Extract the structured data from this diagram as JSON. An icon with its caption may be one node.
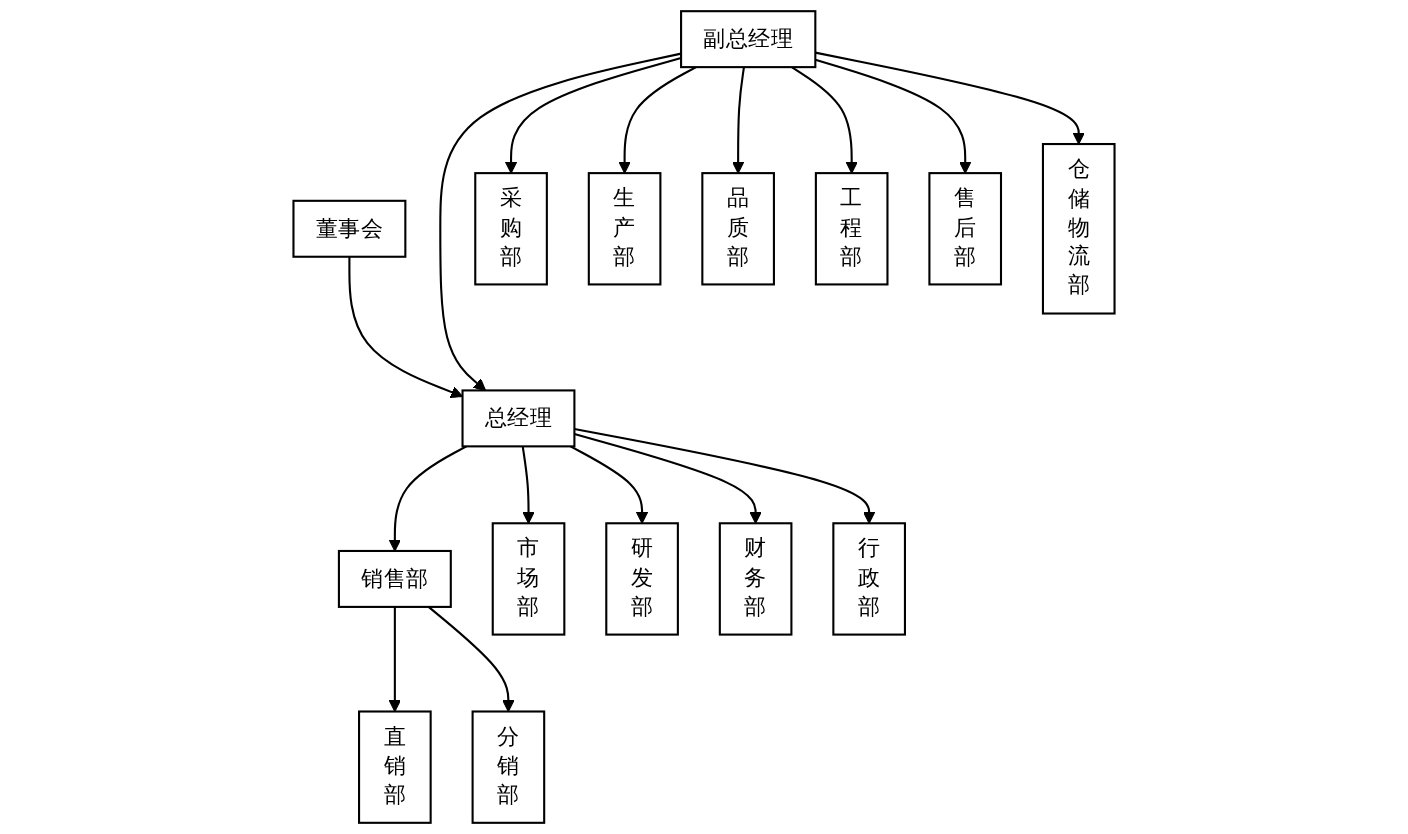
{
  "diagram": {
    "nodes": [
      {
        "text": [
          "董事会"
        ]
      },
      {
        "text": [
          "总经理"
        ]
      },
      {
        "text": [
          "副总经理"
        ]
      },
      {
        "text": [
          "销售部"
        ]
      },
      {
        "text": [
          "市场部"
        ]
      },
      {
        "text": [
          "研发部"
        ]
      },
      {
        "text": [
          "财务部"
        ]
      },
      {
        "text": [
          "行政部"
        ]
      },
      {
        "text": [
          "仓储物流部"
        ]
      },
      {
        "text": [
          "采购部"
        ]
      },
      {
        "text": [
          "生产部"
        ]
      },
      {
        "text": [
          "品质部"
        ]
      },
      {
        "text": [
          "工程部"
        ]
      },
      {
        "text": [
          "售后部"
        ]
      },
      {
        "text": [
          "直销部"
        ]
      },
      {
        "text": [
          "分销部"
        ]
      }
    ],
    "edges": [
      {
        "from": 0,
        "to": 1,
        "arrow": "to"
      },
      {
        "from": 2,
        "to": 1,
        "arrow": "to"
      },
      {
        "from": 1,
        "to": 3,
        "arrow": "to"
      },
      {
        "from": 1,
        "to": 4,
        "arrow": "to"
      },
      {
        "from": 1,
        "to": 5,
        "arrow": "to"
      },
      {
        "from": 1,
        "to": 6,
        "arrow": "to"
      },
      {
        "from": 1,
        "to": 7,
        "arrow": "to"
      },
      {
        "from": 2,
        "to": 8,
        "arrow": "to"
      },
      {
        "from": 2,
        "to": 9,
        "arrow": "to"
      },
      {
        "from": 2,
        "to": 10,
        "arrow": "to"
      },
      {
        "from": 2,
        "to": 11,
        "arrow": "to"
      },
      {
        "from": 2,
        "to": 12,
        "arrow": "to"
      },
      {
        "from": 2,
        "to": 13,
        "arrow": "to"
      },
      {
        "from": 3,
        "to": 14,
        "arrow": "to"
      },
      {
        "from": 3,
        "to": 15,
        "arrow": "to"
      }
    ]
  }
}
